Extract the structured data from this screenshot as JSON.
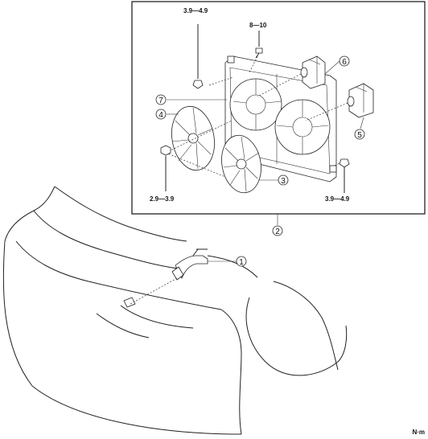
{
  "diagram": {
    "torques": {
      "top_left_bolt": "3.9—4.9",
      "top_small_bolt": "8—10",
      "left_nut": "2.9—3.9",
      "right_bolt": "3.9—4.9"
    },
    "callouts": [
      "1",
      "2",
      "3",
      "4",
      "5",
      "6",
      "7"
    ],
    "unit": "N·m"
  }
}
